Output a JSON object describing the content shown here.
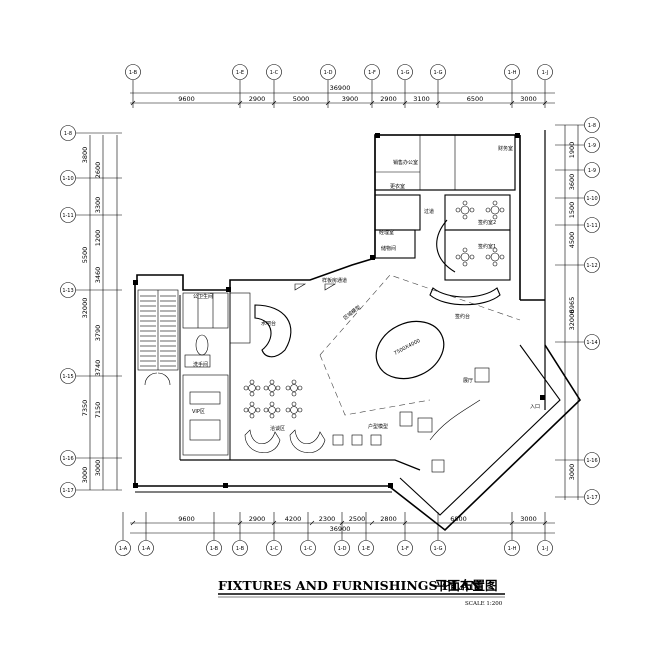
{
  "title": "FIXTURES AND FURNISHINGS PLAN",
  "title_cn": "平面布置图",
  "scale": "SCALE 1:200",
  "grid": {
    "top_bubbles": [
      "1-B",
      "1-E",
      "1-C",
      "1-D",
      "1-F",
      "1-G",
      "1-G",
      "1-H",
      "1-J"
    ],
    "bottom_bubbles": [
      "1-A",
      "1-A",
      "1-B",
      "1-B",
      "1-C",
      "1-C",
      "1-D",
      "1-E",
      "1-F",
      "1-G",
      "1-H",
      "1-J"
    ],
    "left_bubbles": [
      "1-8",
      "1-10",
      "1-11",
      "1-13",
      "1-15",
      "1-16",
      "1-17"
    ],
    "right_bubbles": [
      "1-8",
      "1-9",
      "1-9",
      "1-10",
      "1-11",
      "1-12",
      "1-14",
      "1-16",
      "1-17"
    ]
  },
  "dims": {
    "top_total": "36900",
    "top": [
      "9600",
      "2900",
      "5000",
      "3900",
      "2900",
      "3100",
      "6500",
      "3000"
    ],
    "bottom_total": "36900",
    "bottom": [
      "9600",
      "2900",
      "4200",
      "2300",
      "2500",
      "2800",
      "6800",
      "3000"
    ],
    "left_outer": [
      "3800",
      "5500",
      "32000",
      "7350",
      "3000"
    ],
    "left_inner": [
      "2600",
      "3300",
      "1200",
      "3460",
      "3790",
      "3740",
      "7150",
      "3000"
    ],
    "right_outer": [
      "1900",
      "3600",
      "4500",
      "6965",
      "32000",
      "3000"
    ],
    "right_inner": [
      "1500"
    ]
  },
  "rooms": {
    "finance": "财务室",
    "sales_office": "销售办公室",
    "changing": "更衣室",
    "corridor": "过道",
    "signing2": "签约室2",
    "signing1": "签约室1",
    "manager": "经理室",
    "storage": "储物间",
    "display_passage": "样板房通道",
    "water_bar": "水吧台",
    "toilets": "公卫生间",
    "hand_wash": "洗手间",
    "vip": "VIP区",
    "negotiation": "洽谈区",
    "model_zone": "区域模型",
    "sand_table": "7500X4000",
    "product_model": "户型模型",
    "sign_desk": "签约台",
    "lobby": "展厅",
    "entrance": "入口"
  },
  "colors": {
    "line": "#000000",
    "background": "#ffffff"
  }
}
